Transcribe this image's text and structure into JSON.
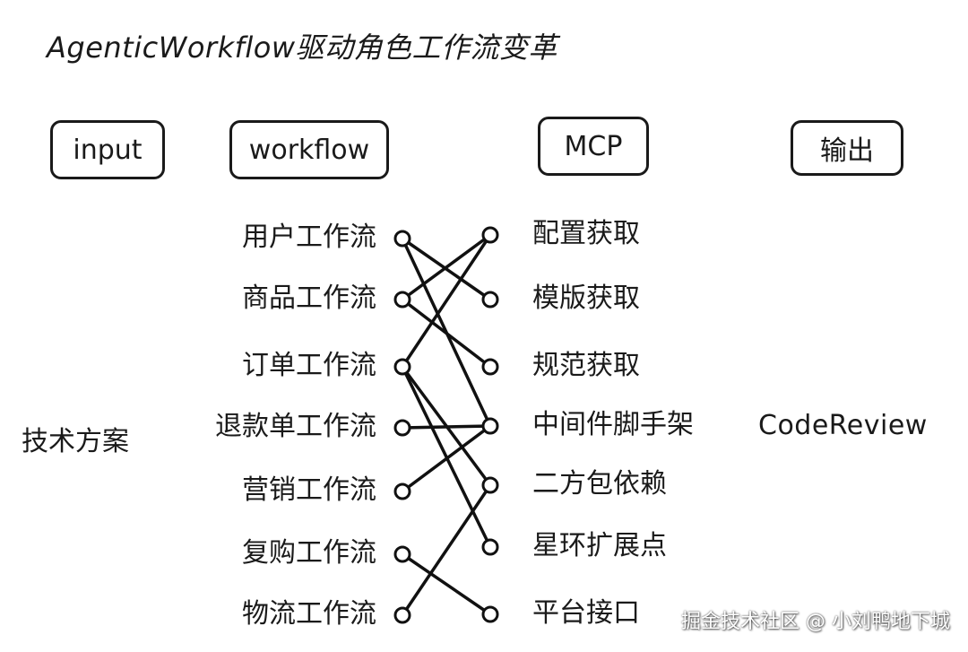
{
  "title": "AgenticWorkflow驱动角色工作流变革",
  "headers": {
    "input": "input",
    "workflow": "workflow",
    "mcp": "MCP",
    "output": "输出"
  },
  "input_label": "技术方案",
  "output_label": "CodeReview",
  "workflows": [
    "用户工作流",
    "商品工作流",
    "订单工作流",
    "退款单工作流",
    "营销工作流",
    "复购工作流",
    "物流工作流"
  ],
  "mcp_items": [
    "配置获取",
    "模版获取",
    "规范获取",
    "中间件脚手架",
    "二方包依赖",
    "星环扩展点",
    "平台接口"
  ],
  "connections": [
    {
      "from": "用户工作流",
      "to": "模版获取"
    },
    {
      "from": "用户工作流",
      "to": "中间件脚手架"
    },
    {
      "from": "商品工作流",
      "to": "配置获取"
    },
    {
      "from": "商品工作流",
      "to": "规范获取"
    },
    {
      "from": "订单工作流",
      "to": "配置获取"
    },
    {
      "from": "订单工作流",
      "to": "二方包依赖"
    },
    {
      "from": "订单工作流",
      "to": "星环扩展点"
    },
    {
      "from": "退款单工作流",
      "to": "中间件脚手架"
    },
    {
      "from": "营销工作流",
      "to": "中间件脚手架"
    },
    {
      "from": "复购工作流",
      "to": "平台接口"
    },
    {
      "from": "物流工作流",
      "to": "二方包依赖"
    }
  ],
  "watermark": "掘金技术社区 @ 小刘鸭地下城"
}
